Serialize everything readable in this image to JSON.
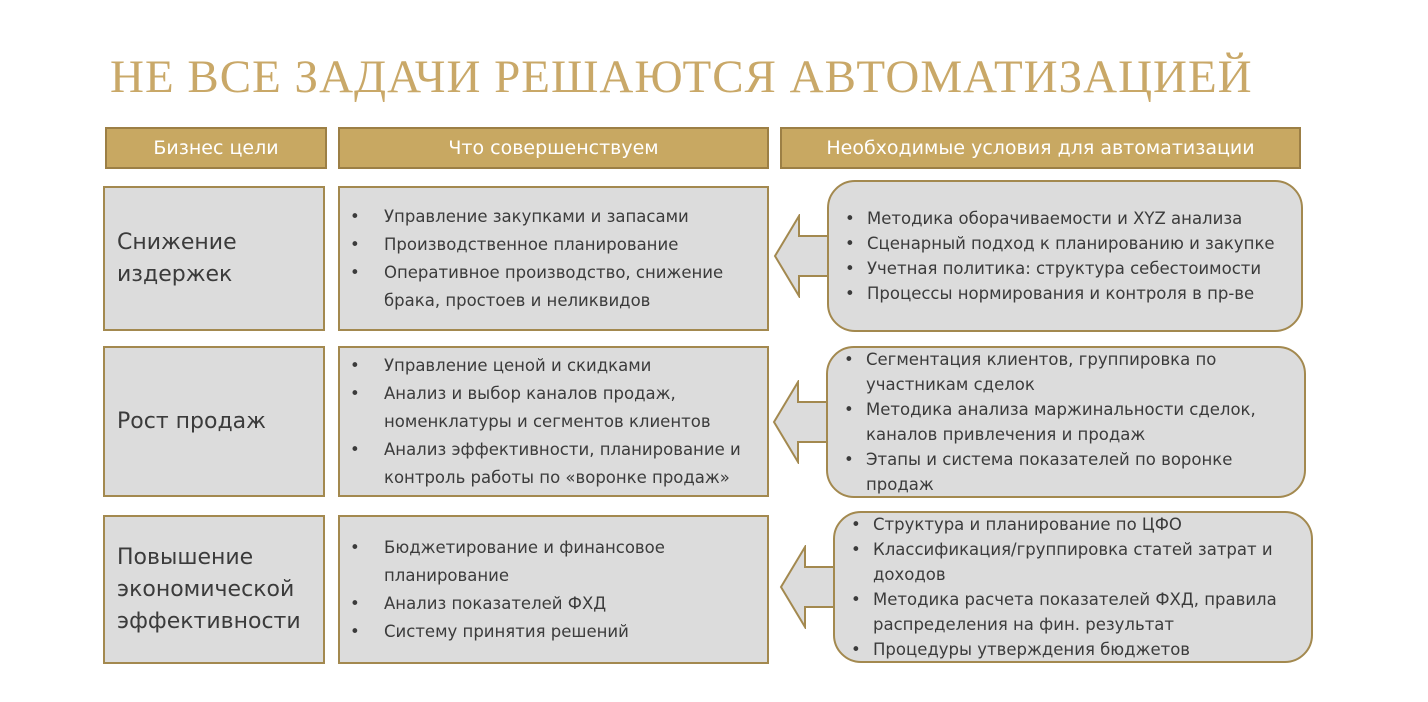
{
  "title": "НЕ ВСЕ ЗАДАЧИ РЕШАЮТСЯ АВТОМАТИЗАЦИЕЙ",
  "headers": {
    "goals": "Бизнес цели",
    "improve": "Что совершенствуем",
    "conditions": "Необходимые условия для автоматизации"
  },
  "rows": [
    {
      "goal": "Снижение издержек",
      "improve": [
        "Управление закупками и запасами",
        "Производственное планирование",
        "Оперативное производство, снижение брака, простоев и неликвидов"
      ],
      "conditions": [
        "Методика оборачиваемости и XYZ анализа",
        "Сценарный подход к планированию и закупке",
        "Учетная политика: структура себестоимости",
        "Процессы нормирования и контроля в пр-ве"
      ]
    },
    {
      "goal": "Рост продаж",
      "improve": [
        "Управление ценой и скидками",
        "Анализ и выбор каналов продаж, номенклатуры и сегментов клиентов",
        "Анализ эффективности, планирование и контроль работы по «воронке продаж»"
      ],
      "conditions": [
        "Сегментация клиентов, группировка по участникам сделок",
        "Методика анализа маржинальности сделок, каналов привлечения и продаж",
        "Этапы и система показателей по воронке продаж"
      ]
    },
    {
      "goal": "Повышение экономической эффективности",
      "improve": [
        "Бюджетирование и финансовое планирование",
        "Анализ показателей ФХД",
        "Систему принятия решений"
      ],
      "conditions": [
        "Структура и планирование по ЦФО",
        "Классификация/группировка статей затрат и доходов",
        "Методика расчета показателей ФХД, правила распределения на фин. результат",
        "Процедуры утверждения бюджетов"
      ]
    }
  ]
}
